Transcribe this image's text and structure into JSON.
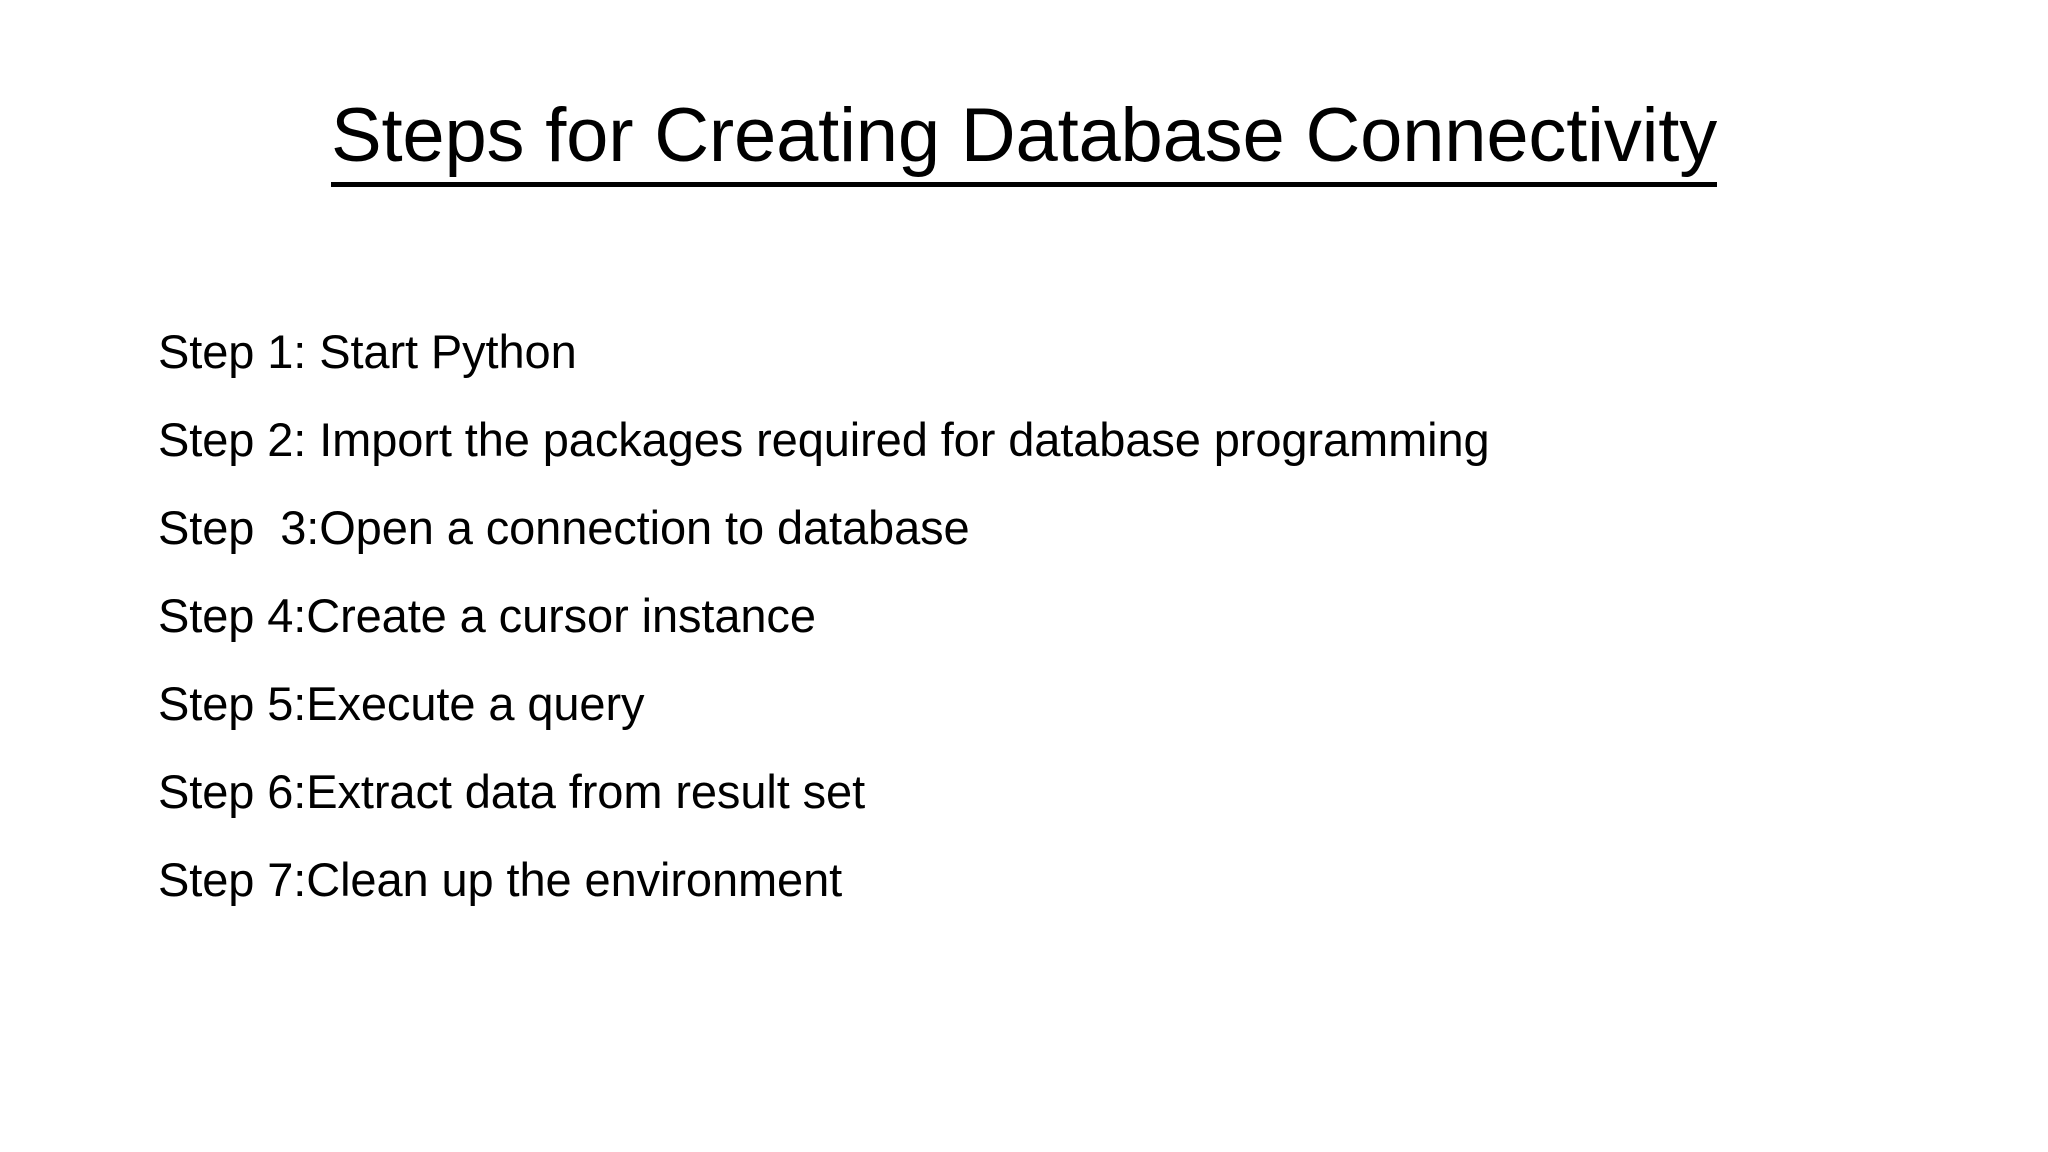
{
  "slide": {
    "title": "Steps for Creating Database Connectivity",
    "background_color": "#ffffff",
    "text_color": "#000000",
    "steps": [
      {
        "label": "Step 1: Start Python"
      },
      {
        "label": "Step 2: Import the packages required for database programming"
      },
      {
        "label": "Step  3:Open a connection to database"
      },
      {
        "label": "Step 4:Create a cursor instance"
      },
      {
        "label": "Step 5:Execute a query"
      },
      {
        "label": "Step 6:Extract data from result set"
      },
      {
        "label": "Step 7:Clean up the environment"
      }
    ]
  }
}
